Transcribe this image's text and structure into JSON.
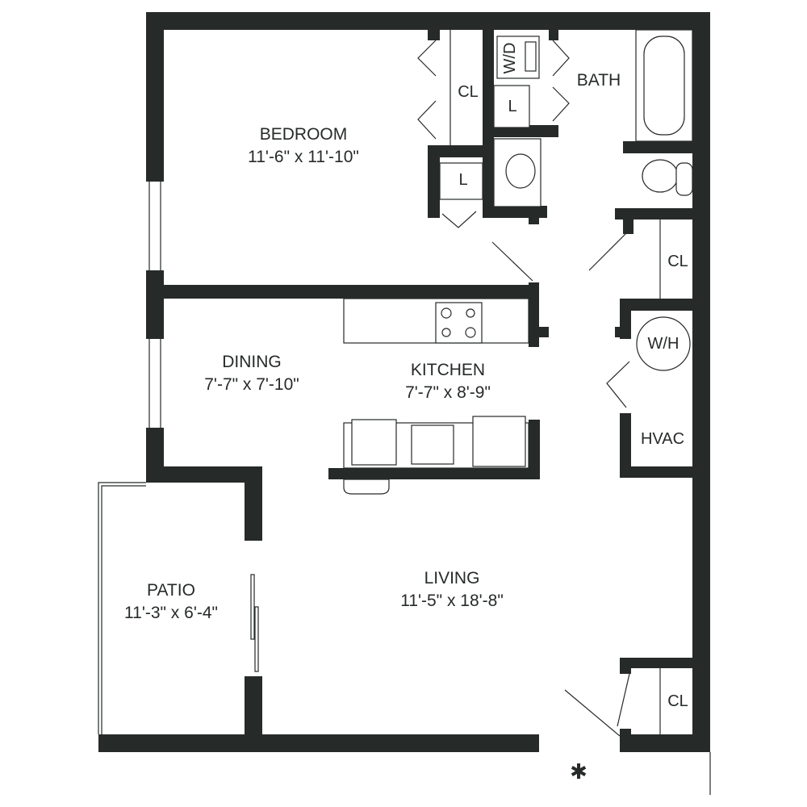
{
  "rooms": {
    "bedroom": {
      "name": "BEDROOM",
      "size": "11'-6\" x 11'-10\""
    },
    "dining": {
      "name": "DINING",
      "size": "7'-7\" x 7'-10\""
    },
    "kitchen": {
      "name": "KITCHEN",
      "size": "7'-7\" x 8'-9\""
    },
    "living": {
      "name": "LIVING",
      "size": "11'-5\" x 18'-8\""
    },
    "patio": {
      "name": "PATIO",
      "size": "11'-3\" x 6'-4\""
    },
    "bath": {
      "name": "BATH"
    }
  },
  "labels": {
    "closet_bedroom": "CL",
    "linen_bath": "L",
    "linen_hall": "L",
    "washer_dryer": "W/D",
    "closet_hall": "CL",
    "water_heater": "W/H",
    "hvac": "HVAC",
    "closet_entry": "CL"
  },
  "entry_marker": "✱",
  "colors": {
    "wall": "#262a29",
    "background": "#ffffff"
  }
}
